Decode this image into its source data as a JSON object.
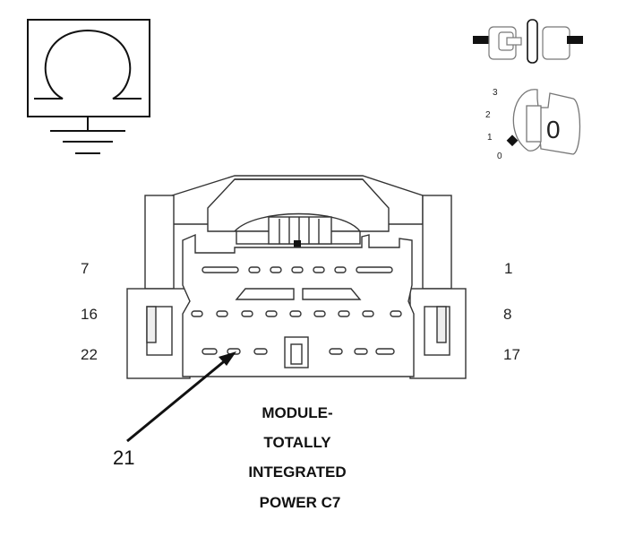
{
  "pin_labels": {
    "row1_left": "7",
    "row1_right": "1",
    "row2_left": "16",
    "row2_right": "8",
    "row3_left": "22",
    "row3_right": "17"
  },
  "callout": {
    "label": "21"
  },
  "module_title": {
    "line1": "MODULE-",
    "line2": "TOTALLY",
    "line3": "INTEGRATED",
    "line4": "POWER C7"
  },
  "ignition_positions": [
    "3",
    "2",
    "1",
    "0"
  ],
  "key_label": "0",
  "icons": {
    "ground": "ground-symbol-icon",
    "connector": "inline-connector-icon",
    "key": "ignition-key-icon"
  }
}
